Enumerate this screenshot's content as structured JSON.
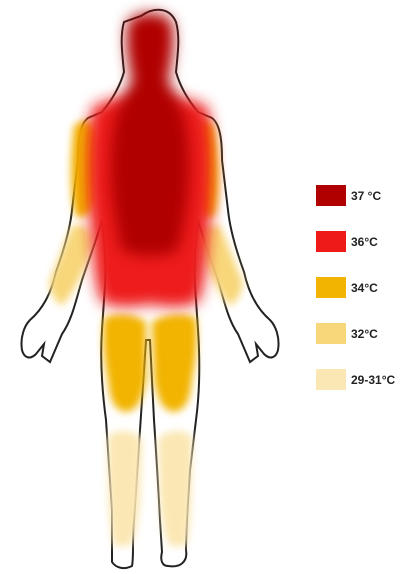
{
  "legend": {
    "items": [
      {
        "label": "37 °C",
        "color": "#b10000"
      },
      {
        "label": "36°C",
        "color": "#ee1a1a"
      },
      {
        "label": "34°C",
        "color": "#f2b400"
      },
      {
        "label": "32°C",
        "color": "#f8d77a"
      },
      {
        "label": "29-31°C",
        "color": "#fbe7b3"
      }
    ]
  },
  "zones": {
    "head_neck": "37 °C",
    "central_back": "37 °C",
    "upper_back": "36°C",
    "lower_back_buttocks": "36°C",
    "upper_arms": "34°C",
    "thighs": "34°C",
    "forearms": "32°C",
    "lower_legs": "29-31°C",
    "hands_feet": "white"
  }
}
